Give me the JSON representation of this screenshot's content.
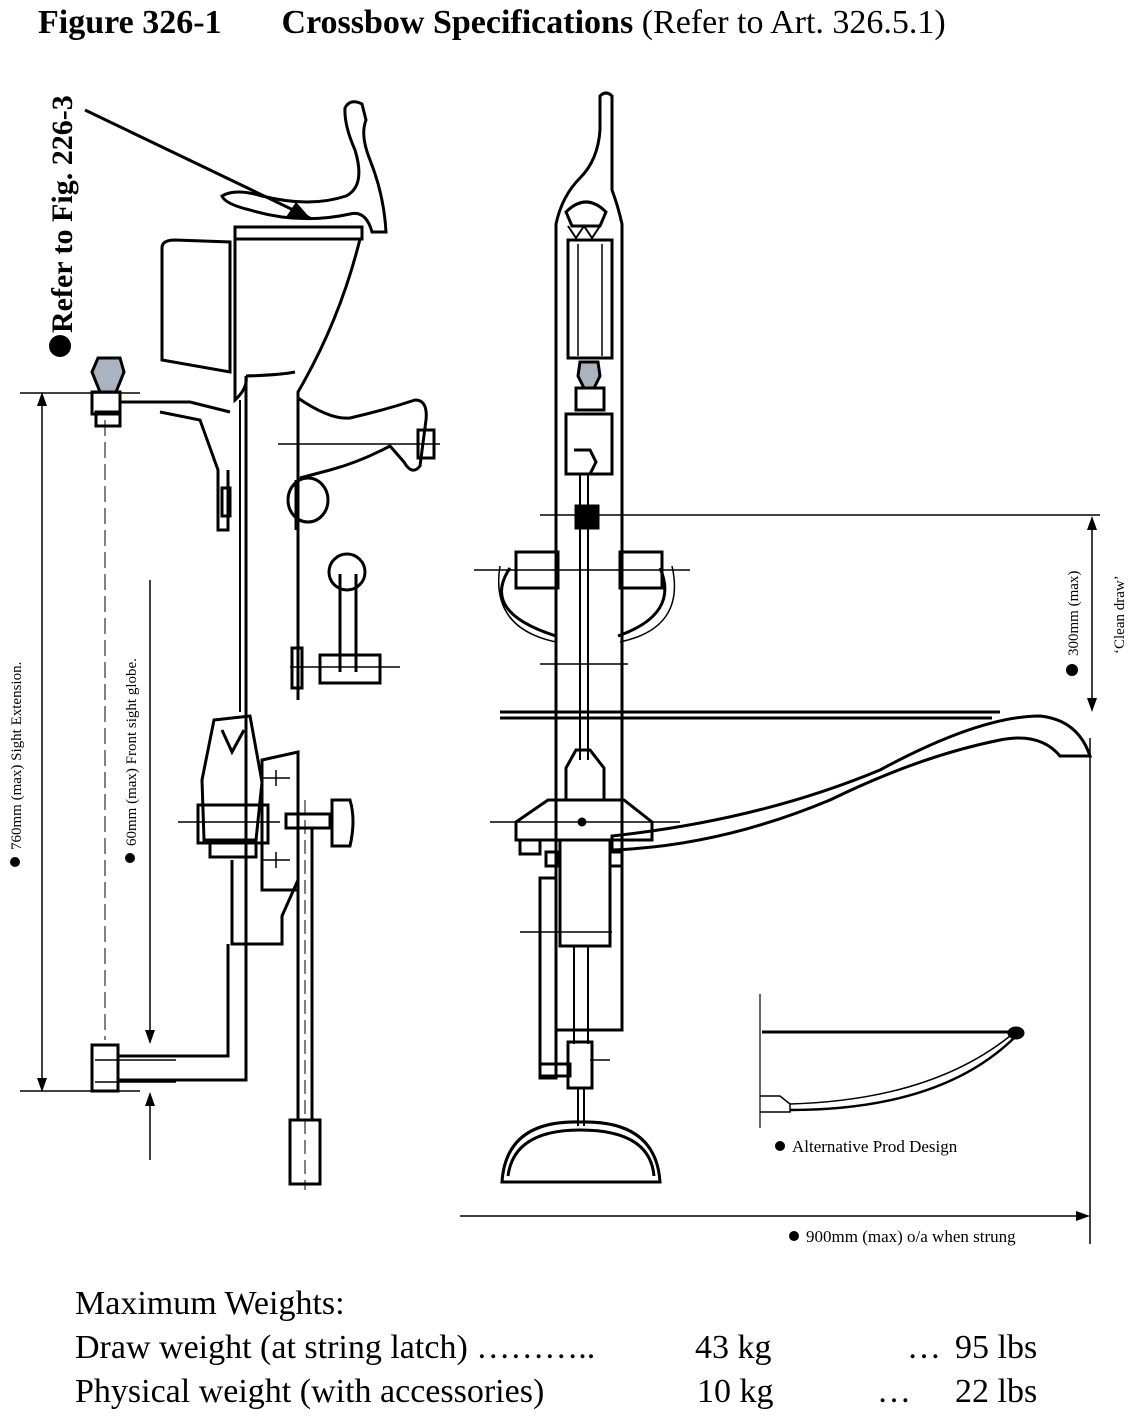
{
  "title": {
    "figure": "Figure 326-1",
    "name": "Crossbow  Specifications",
    "ref": "(Refer to Art. 326.5.1)"
  },
  "annotations": {
    "refer_fig": "Refer to Fig. 226-3",
    "sight_extension": "760mm (max) Sight Extension.",
    "front_sight": "60mm (max) Front sight globe.",
    "clean_draw_dim": "300mm (max)",
    "clean_draw_label": "‘Clean draw’",
    "alt_prod": "Alternative Prod Design",
    "overall": "900mm (max) o/a when strung"
  },
  "weights": {
    "heading": "Maximum Weights:",
    "rows": [
      {
        "label": "Draw weight (at string latch)  ………..",
        "kg": "43 kg",
        "sep": "…",
        "lbs": "95 lbs"
      },
      {
        "label": "Physical weight (with accessories)",
        "kg": "10 kg",
        "sep": "…",
        "lbs": "22 lbs"
      }
    ]
  }
}
